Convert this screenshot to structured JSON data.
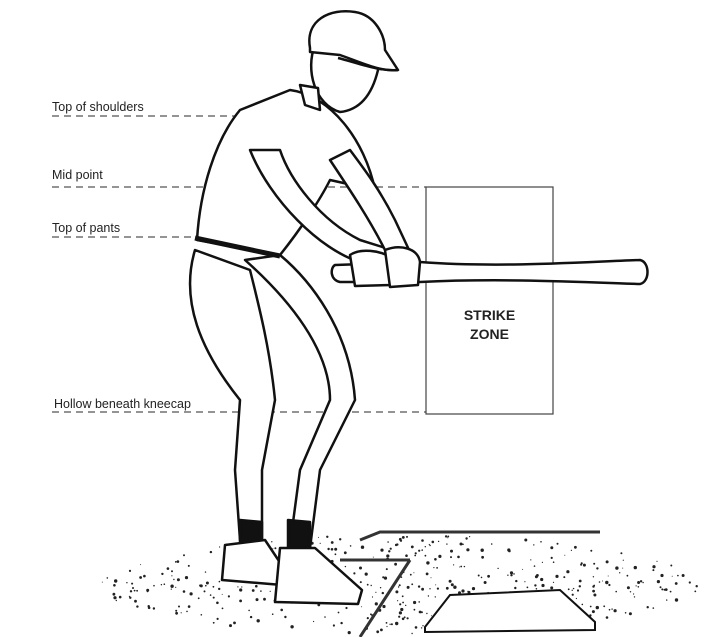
{
  "labels": {
    "top_of_shoulders": "Top of shoulders",
    "mid_point": "Mid point",
    "top_of_pants": "Top of pants",
    "hollow_beneath_kneecap": "Hollow beneath kneecap"
  },
  "strike_zone": {
    "line1": "STRIKE",
    "line2": "ZONE"
  }
}
